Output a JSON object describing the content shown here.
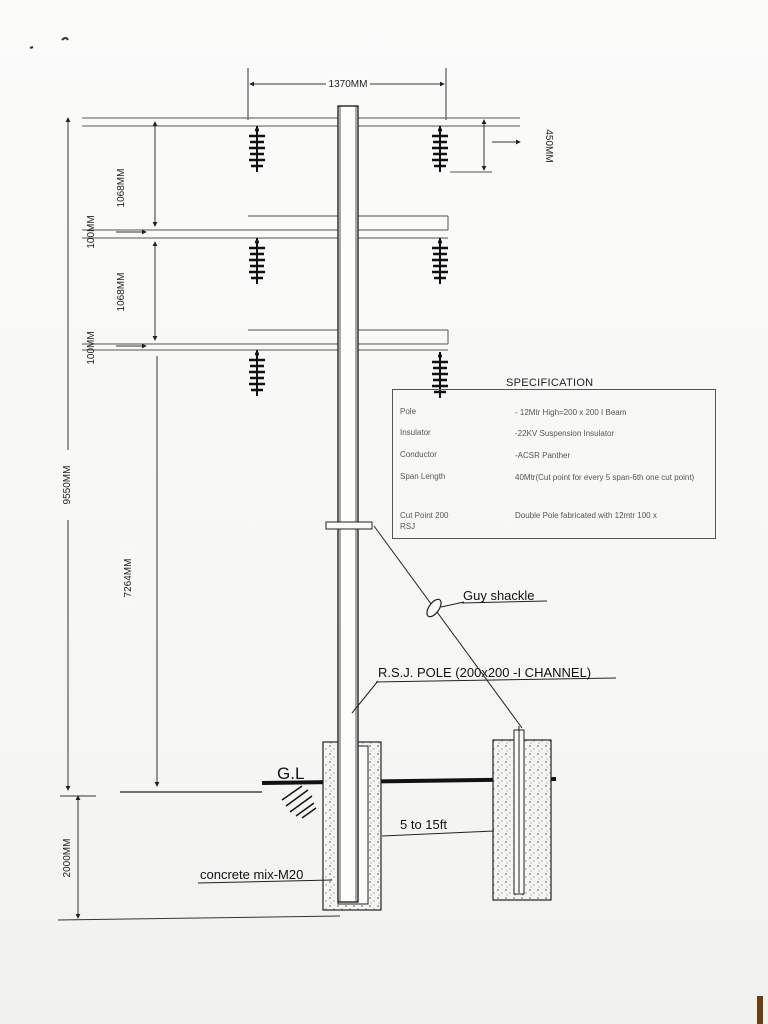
{
  "dimensions": {
    "crossarm_span": "1370MM",
    "insulator_offset": "450MM",
    "arm_spacing_1": "1068MM",
    "arm_spacing_2": "1068MM",
    "gap_1": "100MM",
    "gap_2": "100MM",
    "total_height": "9550MM",
    "to_ground": "7264MM",
    "embedment": "2000MM"
  },
  "labels": {
    "ground_level": "G.L",
    "guy_shackle": "Guy shackle",
    "pole": "R.S.J. POLE (200x200 -I CHANNEL)",
    "concrete": "concrete mix-M20",
    "guy_distance": "5 to 15ft"
  },
  "specification": {
    "title": "SPECIFICATION",
    "rows": [
      {
        "key": "Pole",
        "value": "- 12Mtr High=200 x 200 I Beam"
      },
      {
        "key": "Insulator",
        "value": "-22KV Suspension Insulator"
      },
      {
        "key": "Conductor",
        "value": "-ACSR Panther"
      },
      {
        "key": "Span Length",
        "value": "40Mtr(Cut point for every 5 span-6th one cut point)"
      },
      {
        "key": "Cut Point 200 RSJ",
        "value": "Double Pole fabricated with 12mtr 100 x"
      }
    ]
  }
}
